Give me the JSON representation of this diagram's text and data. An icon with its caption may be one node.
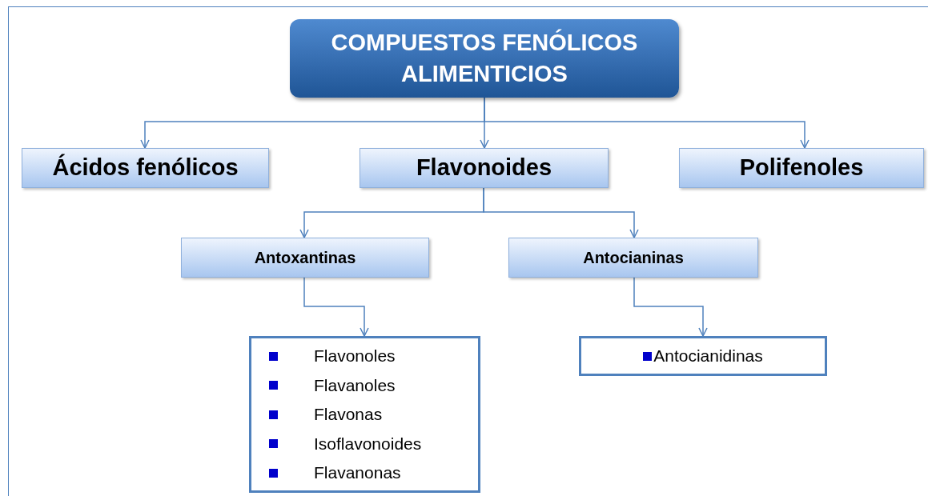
{
  "diagram": {
    "nodes": [
      {
        "text": [
          "COMPUESTOS FENÓLICOS ALIMENTICIOS"
        ]
      },
      {
        "text": [
          "Ácidos fenólicos"
        ]
      },
      {
        "text": [
          "Flavonoides"
        ]
      },
      {
        "text": [
          "Polifenoles"
        ]
      },
      {
        "text": [
          "Antoxantinas"
        ]
      },
      {
        "text": [
          "Antocianinas"
        ]
      },
      {
        "text": [
          "Flavonoles",
          "Flavanoles",
          "Flavonas",
          "Isoflavonoides",
          "Flavanonas"
        ]
      },
      {
        "text": [
          "Antocianidinas"
        ]
      }
    ],
    "edges": [
      {
        "from": 0,
        "to": 1,
        "arrow": "to"
      },
      {
        "from": 0,
        "to": 2,
        "arrow": "to"
      },
      {
        "from": 0,
        "to": 3,
        "arrow": "to"
      },
      {
        "from": 2,
        "to": 4,
        "arrow": "to"
      },
      {
        "from": 2,
        "to": 5,
        "arrow": "to"
      },
      {
        "from": 4,
        "to": 6,
        "arrow": "to"
      },
      {
        "from": 5,
        "to": 7,
        "arrow": "to"
      }
    ]
  }
}
